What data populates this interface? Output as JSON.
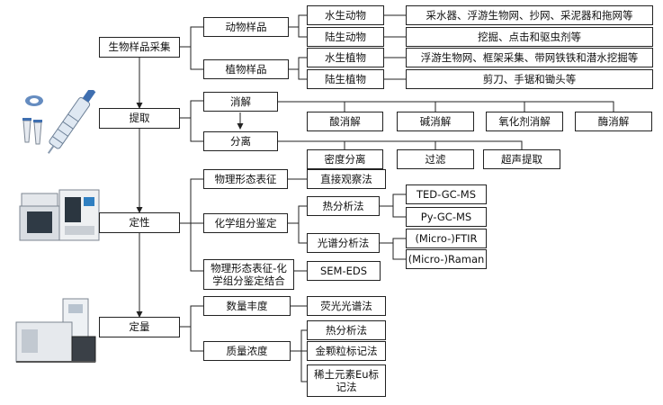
{
  "sampling": {
    "title": "生物样品采集",
    "animal": "动物样品",
    "plant": "植物样品",
    "aquatic_animal": "水生动物",
    "terrestrial_animal": "陆生动物",
    "aquatic_plant": "水生植物",
    "terrestrial_plant": "陆生植物",
    "aquatic_animal_methods": "采水器、浮游生物网、抄网、采泥器和拖网等",
    "terrestrial_animal_methods": "挖掘、点击和驱虫剂等",
    "aquatic_plant_methods": "浮游生物网、框架采集、带网铁铁和潜水挖掘等",
    "terrestrial_plant_methods": "剪刀、手锯和锄头等"
  },
  "extraction": {
    "title": "提取",
    "digestion": "消解",
    "separation": "分离",
    "acid": "酸消解",
    "alkali": "碱消解",
    "oxidant": "氧化剂消解",
    "enzyme": "酶消解",
    "density": "密度分离",
    "filter": "过滤",
    "ultrasonic": "超声提取"
  },
  "qualitative": {
    "title": "定性",
    "physical": "物理形态表征",
    "direct": "直接观察法",
    "chemical": "化学组分鉴定",
    "thermal": "热分析法",
    "ted": "TED-GC-MS",
    "py": "Py-GC-MS",
    "spectral": "光谱分析法",
    "ftir": "(Micro-)FTIR",
    "raman": "(Micro-)Raman",
    "combined": "物理形态表征-化学组分鉴定结合",
    "sem": "SEM-EDS"
  },
  "quantitative": {
    "title": "定量",
    "abundance": "数量丰度",
    "fluorescence": "荧光光谱法",
    "mass": "质量浓度",
    "thermal2": "热分析法",
    "gold": "金颗粒标记法",
    "eu": "稀土元素Eu标记法"
  },
  "icons": [
    "syringe-filter-icon",
    "gc-instrument-icon",
    "analyzer-instrument-icon"
  ]
}
